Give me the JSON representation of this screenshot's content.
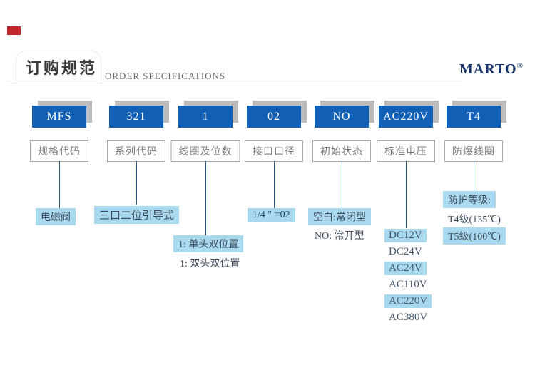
{
  "header": {
    "title_cn": "订购规范",
    "title_en": "ORDER SPECIFICATIONS",
    "brand": "MARTO",
    "brand_reg": "®"
  },
  "colors": {
    "code_box_blue": "#1160b5",
    "box_shadow_gray": "#bcbcbc",
    "highlight_blue": "#a9d9ef",
    "connector_blue": "#2a5a7d",
    "brand_navy": "#17356b",
    "accent_red": "#c1272d"
  },
  "columns": [
    {
      "code": "MFS",
      "label": "规格代码",
      "notes": [
        {
          "text": "电磁阀",
          "highlighted": true
        }
      ]
    },
    {
      "code": "321",
      "label": "系列代码",
      "notes": [
        {
          "text": "三口二位引导式",
          "highlighted": true
        }
      ]
    },
    {
      "code": "1",
      "label": "线圈及位数",
      "notes": [
        {
          "text": "1: 单头双位置",
          "highlighted": true
        },
        {
          "text": "1: 双头双位置",
          "highlighted": false
        }
      ]
    },
    {
      "code": "02",
      "label": "接口口径",
      "notes": [
        {
          "text": "1/4 ″ =02",
          "highlighted": true
        }
      ]
    },
    {
      "code": "NO",
      "label": "初始状态",
      "notes": [
        {
          "text": "空白:常闭型",
          "highlighted": true
        },
        {
          "text": "NO: 常开型",
          "highlighted": false
        }
      ]
    },
    {
      "code": "AC220V",
      "label": "标准电压",
      "notes": [
        {
          "text": "DC12V",
          "highlighted": true
        },
        {
          "text": "DC24V",
          "highlighted": false
        },
        {
          "text": "AC24V",
          "highlighted": true
        },
        {
          "text": "AC110V",
          "highlighted": false
        },
        {
          "text": "AC220V",
          "highlighted": true
        },
        {
          "text": "AC380V",
          "highlighted": false
        }
      ]
    },
    {
      "code": "T4",
      "label": "防爆线圈",
      "notes": [
        {
          "text": "防护等级:",
          "highlighted": true
        },
        {
          "text": "T4级(135℃)",
          "highlighted": false
        },
        {
          "text": "T5级(100℃)",
          "highlighted": true
        }
      ]
    }
  ]
}
